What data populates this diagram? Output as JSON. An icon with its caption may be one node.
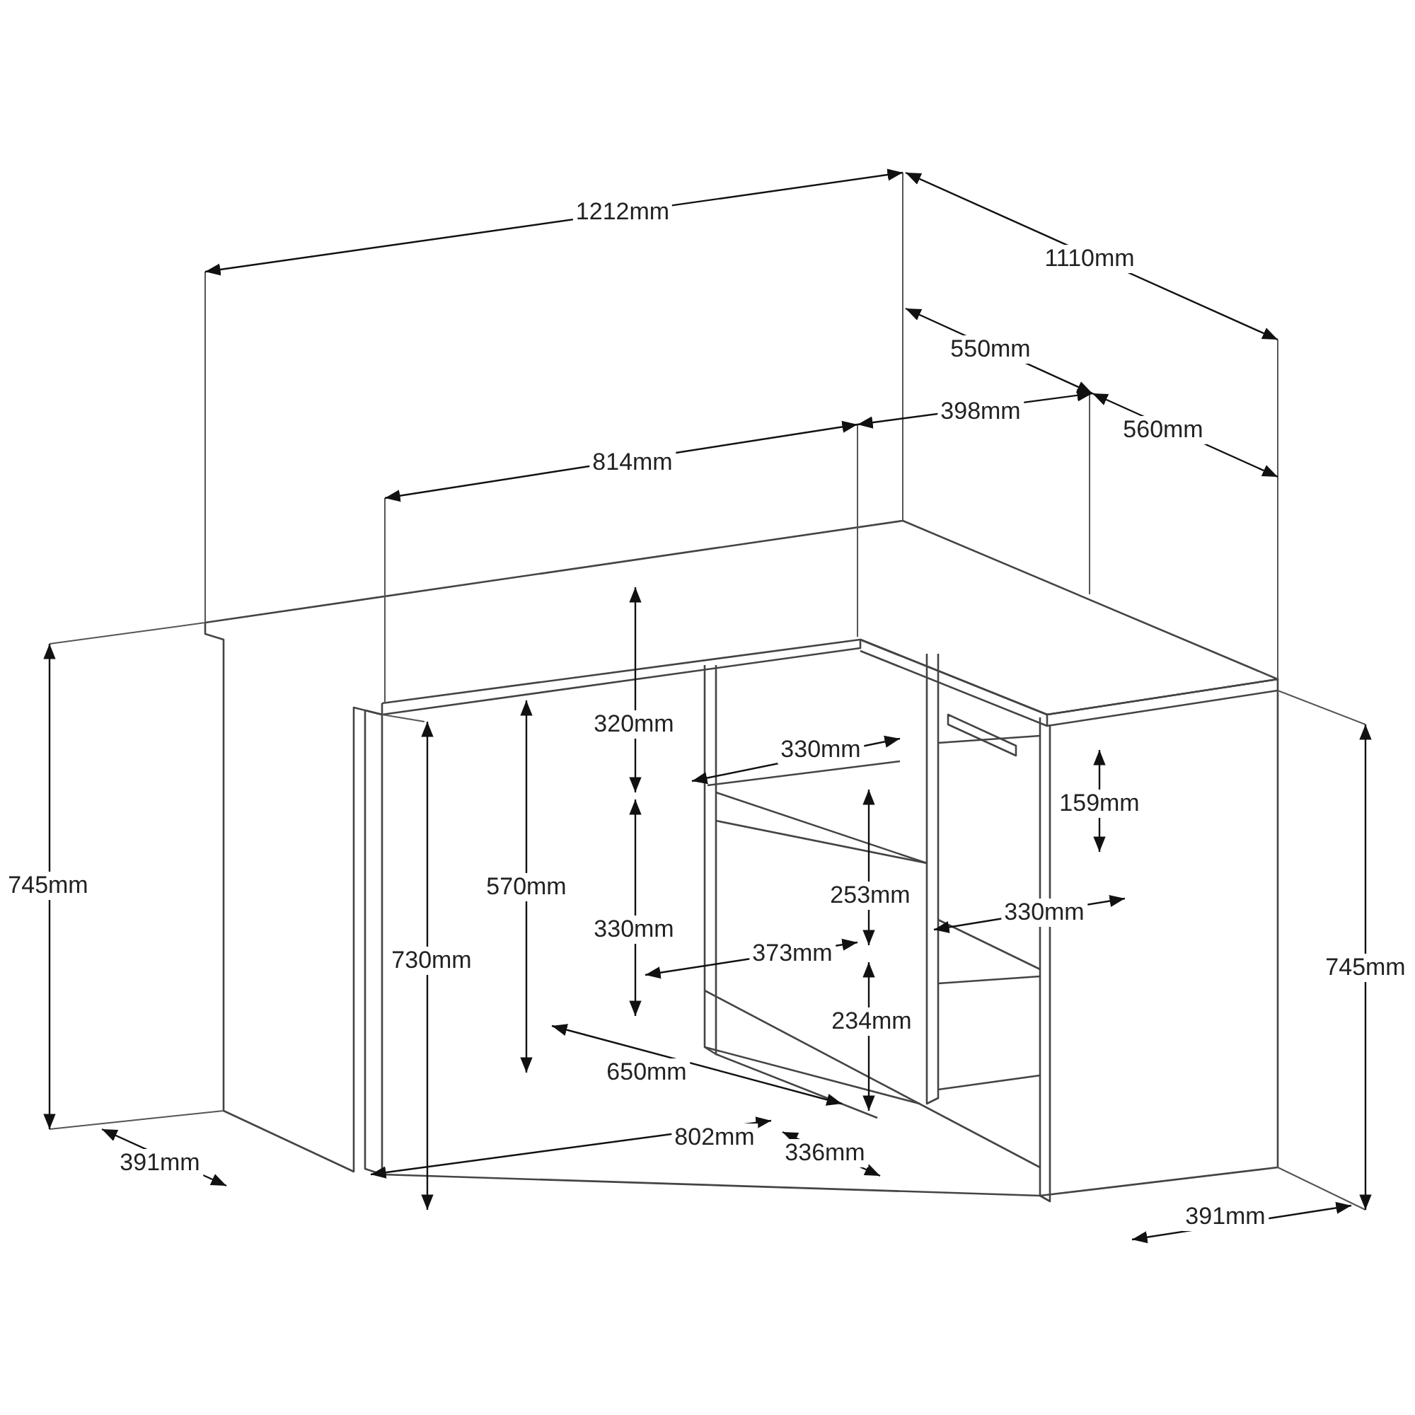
{
  "diagram": {
    "labels": [
      "1212mm",
      "1110mm",
      "550mm",
      "398mm",
      "560mm",
      "814mm",
      "320mm",
      "330mm",
      "159mm",
      "745mm",
      "570mm",
      "253mm",
      "330mm",
      "330mm",
      "373mm",
      "730mm",
      "745mm",
      "234mm",
      "650mm",
      "802mm",
      "336mm",
      "391mm",
      "391mm"
    ]
  }
}
